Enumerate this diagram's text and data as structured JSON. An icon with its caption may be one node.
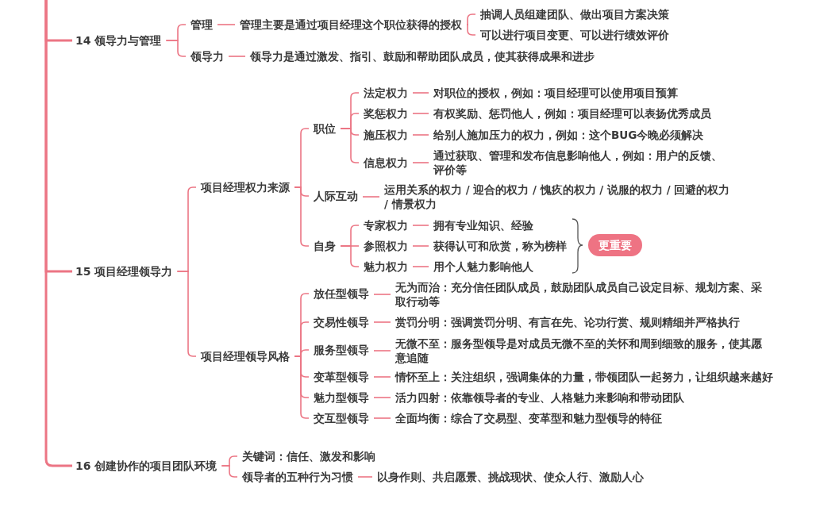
{
  "diagram": {
    "nodes": [
      {
        "text": [
          "14 领导力与管理"
        ]
      },
      {
        "text": [
          "管理"
        ]
      },
      {
        "text": [
          "管理主要是通过项目经理这个职位获得的授权"
        ]
      },
      {
        "text": [
          "抽调人员组建团队、做出项目方案决策"
        ]
      },
      {
        "text": [
          "可以进行项目变更、可以进行绩效评价"
        ]
      },
      {
        "text": [
          "领导力"
        ]
      },
      {
        "text": [
          "领导力是通过激发、指引、鼓励和帮助团队成员，使其获得成果和进步"
        ]
      },
      {
        "text": [
          "15 项目经理领导力"
        ]
      },
      {
        "text": [
          "项目经理权力来源"
        ]
      },
      {
        "text": [
          "职位"
        ]
      },
      {
        "text": [
          "法定权力"
        ]
      },
      {
        "text": [
          "对职位的授权，例如：项目经理可以使用项目预算"
        ]
      },
      {
        "text": [
          "奖惩权力"
        ]
      },
      {
        "text": [
          "有权奖励、惩罚他人，例如：项目经理可以表扬优秀成员"
        ]
      },
      {
        "text": [
          "施压权力"
        ]
      },
      {
        "text": [
          "给别人施加压力的权力，例如：这个BUG今晚必须解决"
        ]
      },
      {
        "text": [
          "信息权力"
        ]
      },
      {
        "text": [
          "通过获取、管理和发布信息影响他人，例如：用户的反馈、评价等"
        ]
      },
      {
        "text": [
          "人际互动"
        ]
      },
      {
        "text": [
          "运用关系的权力 / 迎合的权力 / 愧疚的权力 / 说服的权力 / 回避的权力 / 情景权力"
        ]
      },
      {
        "text": [
          "自身"
        ]
      },
      {
        "text": [
          "专家权力"
        ]
      },
      {
        "text": [
          "拥有专业知识、经验"
        ]
      },
      {
        "text": [
          "参照权力"
        ]
      },
      {
        "text": [
          "获得认可和欣赏，称为榜样"
        ]
      },
      {
        "text": [
          "魅力权力"
        ]
      },
      {
        "text": [
          "用个人魅力影响他人"
        ]
      },
      {
        "text": [
          "更重要"
        ]
      },
      {
        "text": [
          "项目经理领导风格"
        ]
      },
      {
        "text": [
          "放任型领导"
        ]
      },
      {
        "text": [
          "无为而治：充分信任团队成员，鼓励团队成员自己设定目标、规划方案、采取行动等"
        ]
      },
      {
        "text": [
          "交易性领导"
        ]
      },
      {
        "text": [
          "赏罚分明：强调赏罚分明、有言在先、论功行赏、规则精细并严格执行"
        ]
      },
      {
        "text": [
          "服务型领导"
        ]
      },
      {
        "text": [
          "无微不至：服务型领导是对成员无微不至的关怀和周到细致的服务，使其愿意追随"
        ]
      },
      {
        "text": [
          "变革型领导"
        ]
      },
      {
        "text": [
          "情怀至上：关注组织，强调集体的力量，带领团队一起努力，让组织越来越好"
        ]
      },
      {
        "text": [
          "魅力型领导"
        ]
      },
      {
        "text": [
          "活力四射：依靠领导者的专业、人格魅力来影响和带动团队"
        ]
      },
      {
        "text": [
          "交互型领导"
        ]
      },
      {
        "text": [
          "全面均衡：综合了交易型、变革型和魅力型领导的特征"
        ]
      },
      {
        "text": [
          "16 创建协作的项目团队环境"
        ]
      },
      {
        "text": [
          "关键词：信任、激发和影响"
        ]
      },
      {
        "text": [
          "领导者的五种行为习惯"
        ]
      },
      {
        "text": [
          "以身作则、共启愿景、挑战现状、使众人行、激励人心"
        ]
      }
    ],
    "edges": [
      {
        "from": null,
        "to": 0,
        "arrow": "none"
      },
      {
        "from": null,
        "to": 7,
        "arrow": "none"
      },
      {
        "from": null,
        "to": 41,
        "arrow": "none"
      },
      {
        "from": 0,
        "to": 1,
        "arrow": "none"
      },
      {
        "from": 1,
        "to": 2,
        "arrow": "none"
      },
      {
        "from": 2,
        "to": 3,
        "arrow": "none"
      },
      {
        "from": 2,
        "to": 4,
        "arrow": "none"
      },
      {
        "from": 0,
        "to": 5,
        "arrow": "none"
      },
      {
        "from": 5,
        "to": 6,
        "arrow": "none"
      },
      {
        "from": 7,
        "to": 8,
        "arrow": "none"
      },
      {
        "from": 8,
        "to": 9,
        "arrow": "none"
      },
      {
        "from": 9,
        "to": 10,
        "arrow": "none"
      },
      {
        "from": 10,
        "to": 11,
        "arrow": "none"
      },
      {
        "from": 9,
        "to": 12,
        "arrow": "none"
      },
      {
        "from": 12,
        "to": 13,
        "arrow": "none"
      },
      {
        "from": 9,
        "to": 14,
        "arrow": "none"
      },
      {
        "from": 14,
        "to": 15,
        "arrow": "none"
      },
      {
        "from": 9,
        "to": 16,
        "arrow": "none"
      },
      {
        "from": 16,
        "to": 17,
        "arrow": "none"
      },
      {
        "from": 8,
        "to": 18,
        "arrow": "none"
      },
      {
        "from": 18,
        "to": 19,
        "arrow": "none"
      },
      {
        "from": 8,
        "to": 20,
        "arrow": "none"
      },
      {
        "from": 20,
        "to": 21,
        "arrow": "none"
      },
      {
        "from": 21,
        "to": 22,
        "arrow": "none"
      },
      {
        "from": 20,
        "to": 23,
        "arrow": "none"
      },
      {
        "from": 23,
        "to": 24,
        "arrow": "none"
      },
      {
        "from": 20,
        "to": 25,
        "arrow": "none"
      },
      {
        "from": 25,
        "to": 26,
        "arrow": "none"
      },
      {
        "from": 7,
        "to": 28,
        "arrow": "none"
      },
      {
        "from": 28,
        "to": 29,
        "arrow": "none"
      },
      {
        "from": 29,
        "to": 30,
        "arrow": "none"
      },
      {
        "from": 28,
        "to": 31,
        "arrow": "none"
      },
      {
        "from": 31,
        "to": 32,
        "arrow": "none"
      },
      {
        "from": 28,
        "to": 33,
        "arrow": "none"
      },
      {
        "from": 33,
        "to": 34,
        "arrow": "none"
      },
      {
        "from": 28,
        "to": 35,
        "arrow": "none"
      },
      {
        "from": 35,
        "to": 36,
        "arrow": "none"
      },
      {
        "from": 28,
        "to": 37,
        "arrow": "none"
      },
      {
        "from": 37,
        "to": 38,
        "arrow": "none"
      },
      {
        "from": 28,
        "to": 39,
        "arrow": "none"
      },
      {
        "from": 39,
        "to": 40,
        "arrow": "none"
      },
      {
        "from": 41,
        "to": 42,
        "arrow": "none"
      },
      {
        "from": 41,
        "to": 43,
        "arrow": "none"
      },
      {
        "from": 43,
        "to": 44,
        "arrow": "none"
      }
    ]
  }
}
